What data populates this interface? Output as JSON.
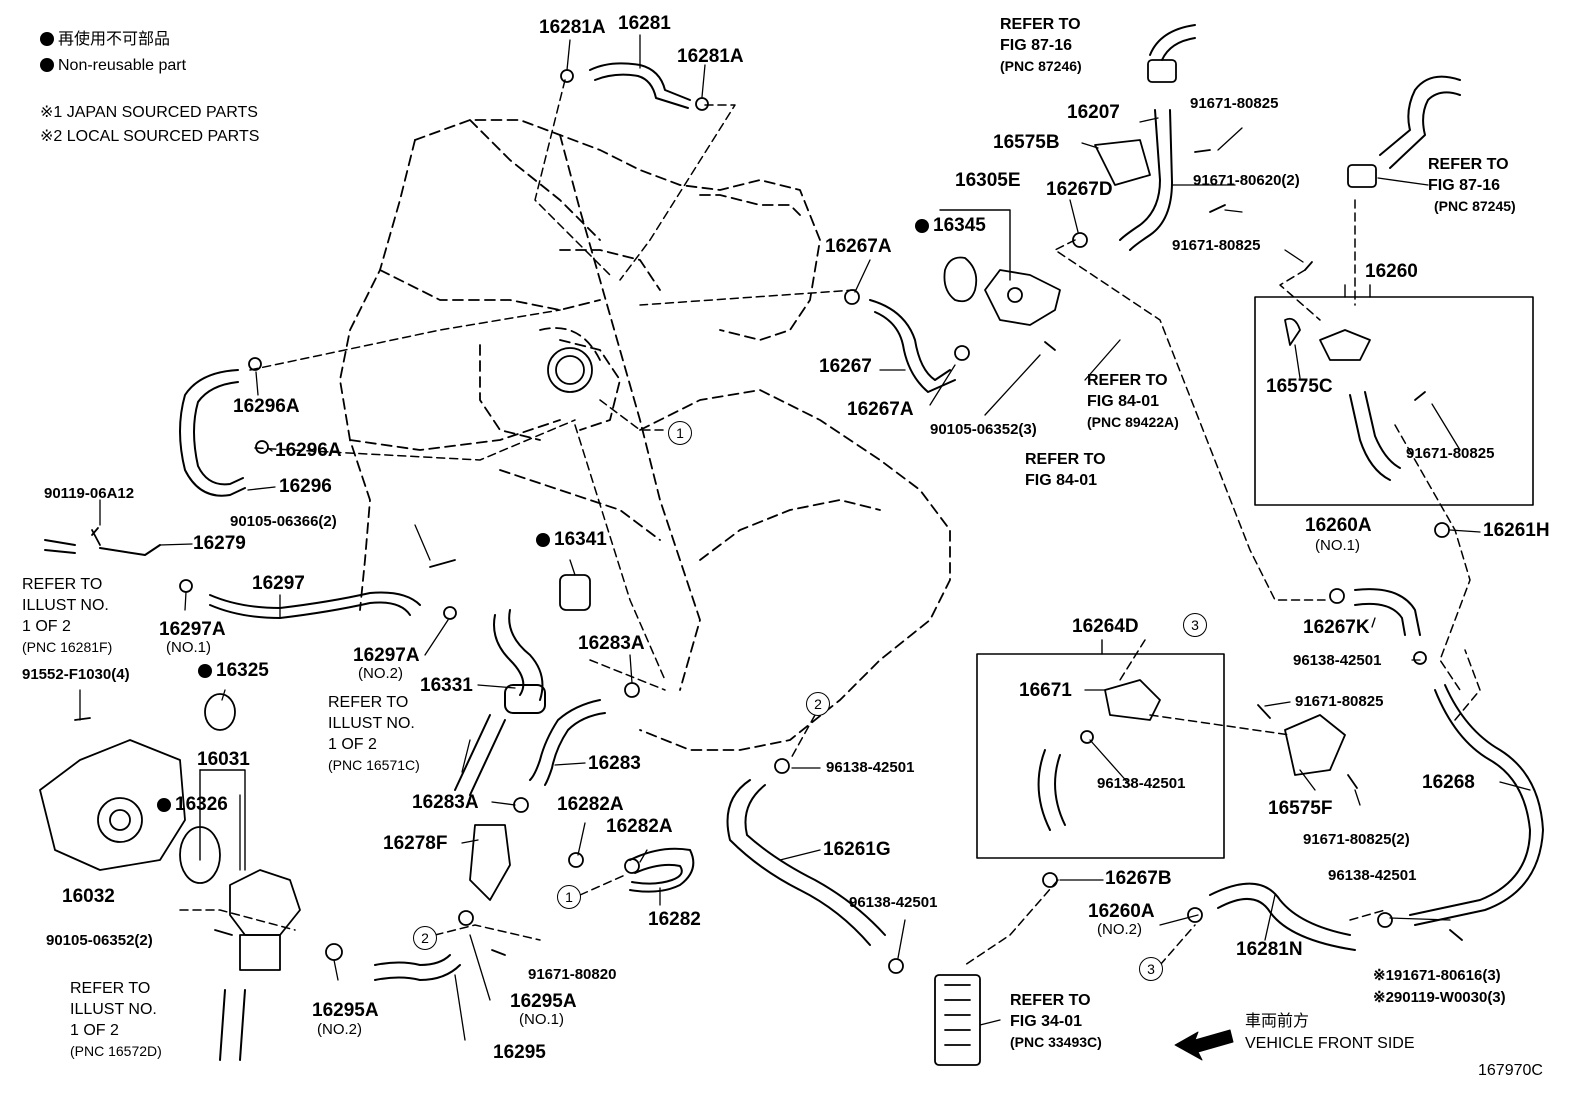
{
  "legend": {
    "non_reusable_jp": "再使用不可部品",
    "non_reusable_en": "Non-reusable part",
    "note1": "※1 JAPAN SOURCED PARTS",
    "note2": "※2 LOCAL SOURCED PARTS"
  },
  "parts": {
    "p16281A_l": "16281A",
    "p16281": "16281",
    "p16281A_r": "16281A",
    "p16296A_a": "16296A",
    "p16296A_b": "16296A",
    "p16296": "16296",
    "p90119": "90119-06A12",
    "p90105_66": "90105-06366(2)",
    "p16279": "16279",
    "p16297": "16297",
    "p16297A1": "16297A",
    "p16297A1_no": "(NO.1)",
    "p16297A2": "16297A",
    "p16297A2_no": "(NO.2)",
    "p91552": "91552-F1030(4)",
    "p16325": "16325",
    "p16031": "16031",
    "p16326": "16326",
    "p16032": "16032",
    "p90105_52b": "90105-06352(2)",
    "p16331": "16331",
    "p16341": "16341",
    "p16283A_a": "16283A",
    "p16283": "16283",
    "p16283A_b": "16283A",
    "p16282A_a": "16282A",
    "p16282A_b": "16282A",
    "p16278F": "16278F",
    "p16282": "16282",
    "p91671_820": "91671-80820",
    "p16295A1": "16295A",
    "p16295A1_no": "(NO.1)",
    "p16295A2": "16295A",
    "p16295A2_no": "(NO.2)",
    "p16295": "16295",
    "p16207": "16207",
    "p16575B": "16575B",
    "p16305E": "16305E",
    "p16345": "16345",
    "p16267D": "16267D",
    "p16267A_a": "16267A",
    "p16267": "16267",
    "p16267A_b": "16267A",
    "p90105_52a": "90105-06352(3)",
    "p91671_825a": "91671-80825",
    "p91671_620": "91671-80620(2)",
    "p91671_825b": "91671-80825",
    "p16260": "16260",
    "p16575C": "16575C",
    "p91671_825c": "91671-80825",
    "p16261H": "16261H",
    "p16260A1": "16260A",
    "p16260A1_no": "(NO.1)",
    "p16267K": "16267K",
    "p96138_a": "96138-42501",
    "p16264D": "16264D",
    "p16671": "16671",
    "p96138_b": "96138-42501",
    "p91671_825d": "91671-80825",
    "p16575F": "16575F",
    "p91671_825e": "91671-80825(2)",
    "p16268": "16268",
    "p96138_c": "96138-42501",
    "p16261G": "16261G",
    "p96138_d": "96138-42501",
    "p16267B": "16267B",
    "p16260A2": "16260A",
    "p16260A2_no": "(NO.2)",
    "p16281N": "16281N",
    "p96138_e": "96138-42501",
    "p91671_616": "※191671-80616(3)",
    "p90119_w": "※290119-W0030(3)"
  },
  "refs": {
    "fig87_16a": [
      "REFER TO",
      "FIG 87-16",
      "(PNC 87246)"
    ],
    "fig87_16b": [
      "REFER TO",
      "FIG 87-16",
      "(PNC 87245)"
    ],
    "fig84_01a": [
      "REFER TO",
      "FIG 84-01",
      "(PNC 89422A)"
    ],
    "fig84_01b": [
      "REFER TO",
      "FIG 84-01"
    ],
    "illust16281F": [
      "REFER TO",
      "ILLUST NO.",
      "1 OF 2",
      "(PNC 16281F)"
    ],
    "illust16571C": [
      "REFER TO",
      "ILLUST NO.",
      "1 OF 2",
      "(PNC 16571C)"
    ],
    "illust16572D": [
      "REFER TO",
      "ILLUST NO.",
      "1 OF 2",
      "(PNC 16572D)"
    ],
    "fig34_01": [
      "REFER TO",
      "FIG 34-01",
      "(PNC 33493C)"
    ]
  },
  "markers": {
    "m1": "1",
    "m2": "2",
    "m3": "3"
  },
  "front": {
    "jp": "車両前方",
    "en": "VEHICLE FRONT SIDE"
  },
  "figure_id": "167970C"
}
